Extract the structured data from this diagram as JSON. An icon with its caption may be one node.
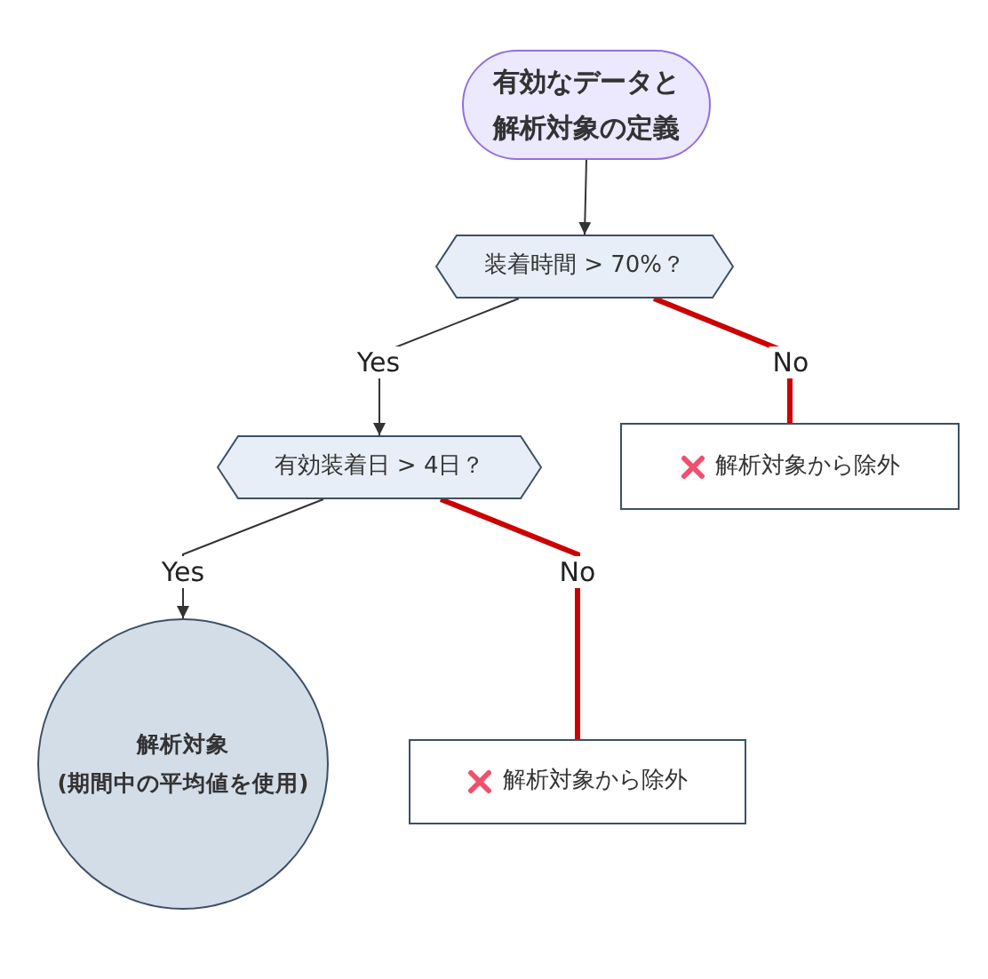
{
  "diagram": {
    "nodes": [
      {
        "text": [
          "有効なデータと解析対象の定義"
        ]
      },
      {
        "text": [
          "装着時間 > 70%？"
        ]
      },
      {
        "text": [
          "解析対象から除外"
        ]
      },
      {
        "text": [
          "有効装着日 > 4日？"
        ]
      },
      {
        "text": [
          "解析対象 (期間中の平均値を使用)"
        ]
      },
      {
        "text": [
          "解析対象から除外"
        ]
      }
    ],
    "edges": [
      {
        "from": 0,
        "to": 1,
        "arrow": "to"
      },
      {
        "from": 1,
        "to": 3,
        "arrow": "to",
        "label": "Yes"
      },
      {
        "from": 1,
        "to": 2,
        "arrow": "none",
        "label": "No",
        "style": "thick",
        "color": "#cc0000"
      },
      {
        "from": 3,
        "to": 4,
        "arrow": "to",
        "label": "Yes"
      },
      {
        "from": 3,
        "to": 5,
        "arrow": "none",
        "label": "No",
        "style": "thick",
        "color": "#cc0000"
      }
    ]
  }
}
